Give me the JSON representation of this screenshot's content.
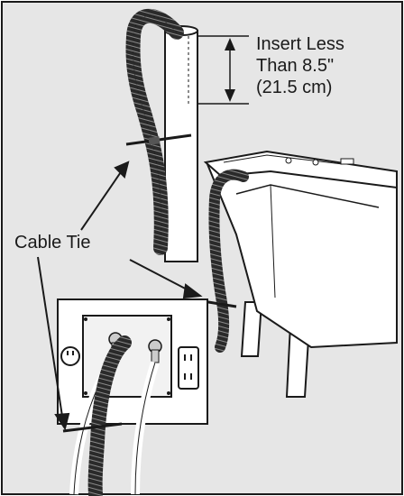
{
  "labels": {
    "insert_line1": "Insert Less",
    "insert_line2": "Than 8.5\"",
    "insert_line3": "(21.5 cm)",
    "cable_tie": "Cable Tie"
  },
  "colors": {
    "background": "#e6e6e6",
    "frame": "#1a1a1a",
    "hose": "#2a2a2a",
    "tub_white": "#ffffff"
  },
  "icons": [
    "standpipe-icon",
    "drain-hose-icon",
    "cable-tie-icon",
    "laundry-tub-icon",
    "wall-outlet-box-icon",
    "electrical-outlet-icon",
    "water-faucet-icon",
    "dimension-arrow-icon"
  ]
}
